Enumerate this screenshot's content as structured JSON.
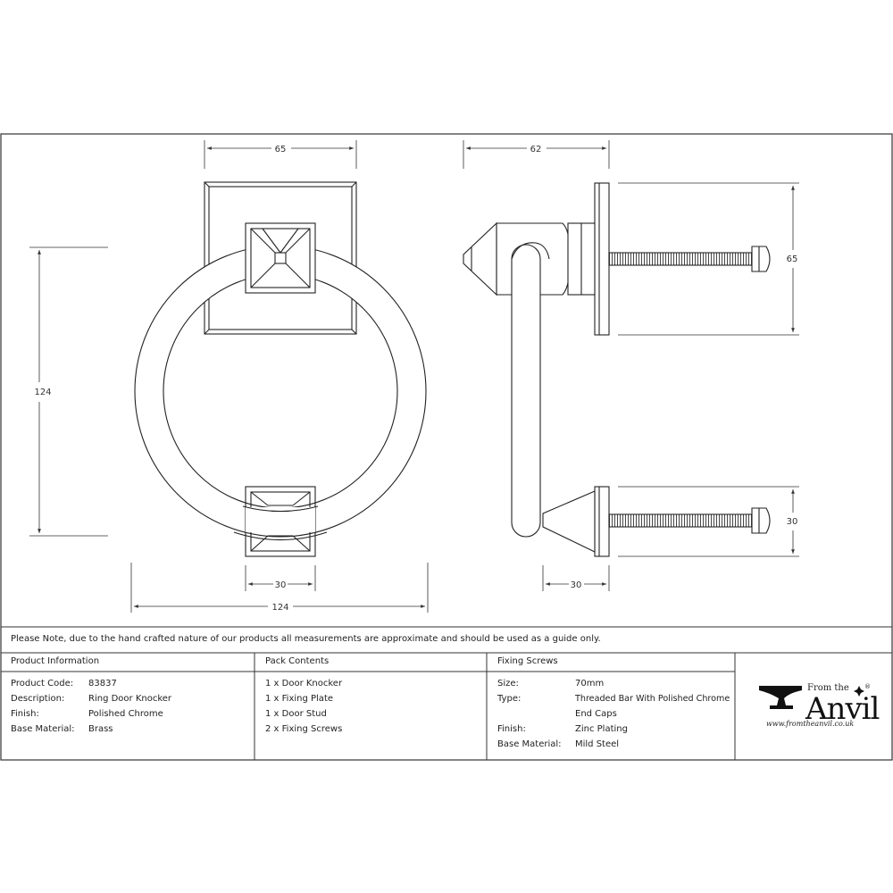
{
  "dimensions": {
    "front_width": "65",
    "front_height": "124",
    "front_ring_width": "124",
    "front_base_width": "30",
    "side_depth": "62",
    "side_plate_height": "65",
    "side_stud_height": "30",
    "side_stud_depth": "30"
  },
  "note": "Please Note, due to the hand crafted nature of our products all measurements are approximate and should be used as a guide only.",
  "product_info": {
    "heading": "Product Information",
    "rows": [
      {
        "label": "Product Code:",
        "value": "83837"
      },
      {
        "label": "Description:",
        "value": "Ring Door Knocker"
      },
      {
        "label": "Finish:",
        "value": "Polished Chrome"
      },
      {
        "label": "Base Material:",
        "value": "Brass"
      }
    ]
  },
  "pack_contents": {
    "heading": "Pack Contents",
    "items": [
      "1 x Door Knocker",
      "1 x Fixing Plate",
      "1 x Door Stud",
      "2 x Fixing Screws"
    ]
  },
  "fixing_screws": {
    "heading": "Fixing Screws",
    "rows": [
      {
        "label": "Size:",
        "value": "70mm"
      },
      {
        "label": "Type:",
        "value": "Threaded Bar With Polished Chrome"
      },
      {
        "label": "",
        "value": "End Caps"
      },
      {
        "label": "Finish:",
        "value": "Zinc Plating"
      },
      {
        "label": "Base Material:",
        "value": "Mild Steel"
      }
    ]
  },
  "logo": {
    "from_the": "From the",
    "word": "Anvil",
    "registered": "®",
    "url": "www.fromtheanvil.co.uk"
  }
}
